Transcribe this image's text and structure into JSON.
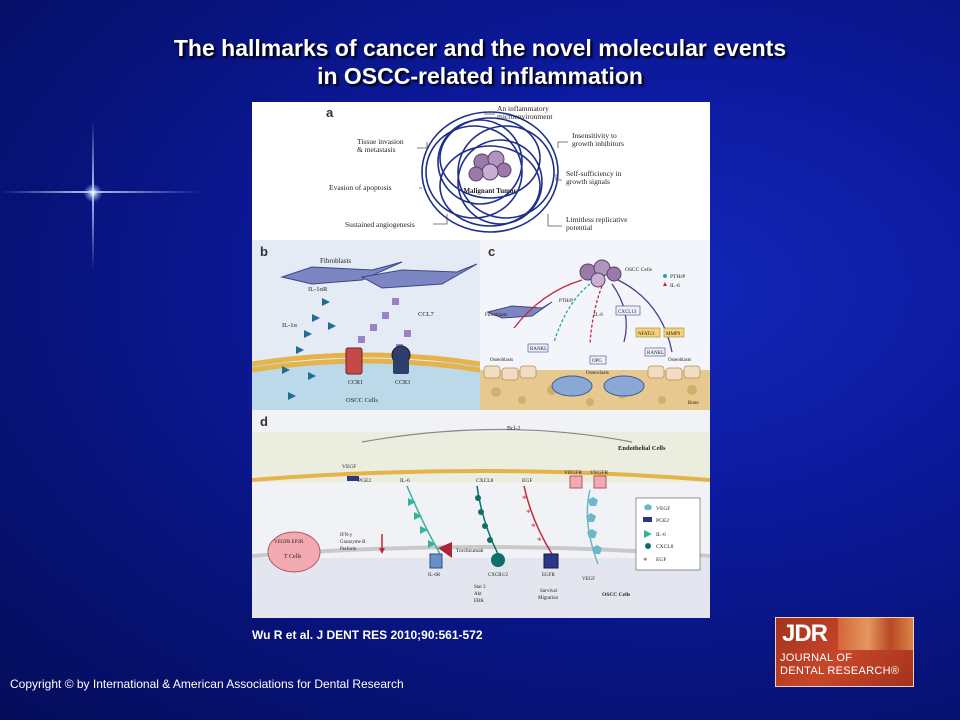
{
  "slide": {
    "title_line1": "The hallmarks of cancer and the novel molecular events",
    "title_line2": "in OSCC-related inflammation",
    "citation": "Wu R et al. J DENT RES 2010;90:561-572",
    "copyright": "Copyright © by International & American Associations for Dental Research"
  },
  "logo": {
    "mark": "JDR",
    "line1": "JOURNAL OF",
    "line2": "DENTAL RESEARCH®"
  },
  "panel_a": {
    "label": "a",
    "center": "Malignant Tumor",
    "hallmarks": {
      "inflammatory": "An inflammatory",
      "inflammatory2": "microenvironment",
      "invasion": "Tissue invasion",
      "invasion2": "& metastasis",
      "insensitivity": "Insensitivity to",
      "insensitivity2": "growth inhibitors",
      "apoptosis": "Evasion of apoptosis",
      "selfsuff": "Self-sufficiency in",
      "selfsuff2": "growth signals",
      "angio": "Sustained angiogenesis",
      "limitless": "Limitless replicative",
      "limitless2": "potential"
    }
  },
  "panel_b": {
    "label": "b",
    "fibroblasts": "Fibroblasts",
    "il1ar": "IL-1αR",
    "il1a": "IL-1α",
    "ccl7": "CCL7",
    "ccr1": "CCR1",
    "ccr3": "CCR3",
    "oscc": "OSCC Cells"
  },
  "panel_c": {
    "label": "c",
    "oscc": "OSCC Cells",
    "legend_pthrp": "PTHrP",
    "legend_il6": "IL-6",
    "fibroblasts": "Fibroblasts",
    "pthrp": "PTHrP",
    "il6": "IL-6",
    "cxcl13": "CXCL13",
    "nfatc": "NFATc3",
    "mmp9": "MMP9",
    "rankl": "RANKL",
    "opg": "OPG",
    "osteoblasts": "Osteoblasts",
    "osteoclasts": "Osteoclasts",
    "bone": "Bone"
  },
  "panel_d": {
    "label": "d",
    "bcl2": "Bcl-2",
    "endothelial": "Endothelial Cells",
    "vegf": "VEGF",
    "pge2": "PGE2",
    "il6": "IL-6",
    "cxcl8": "CXCL8",
    "egf": "EGF",
    "vegfr": "VEGFR",
    "vegfr2": "VEGFR",
    "ifn": "IFN-γ",
    "granzyme": "Granzyme B",
    "perforin": "Perforin",
    "tcell_rec": "VEGFR  EP2R",
    "tcells": "T Cells",
    "tocilizumab": "Tocilizumab",
    "il6r": "IL-6R",
    "cxcr": "CXCR1/2",
    "egfr": "EGFR",
    "vegf_low": "VEGF",
    "stat3": "Stat 3",
    "akt": "Akt",
    "erk": "ERK",
    "survival": "Survival",
    "migration": "Migration",
    "oscc": "OSCC Cells",
    "legend": [
      "VEGF",
      "PGE2",
      "IL-6",
      "CXCL8",
      "EGF"
    ]
  }
}
